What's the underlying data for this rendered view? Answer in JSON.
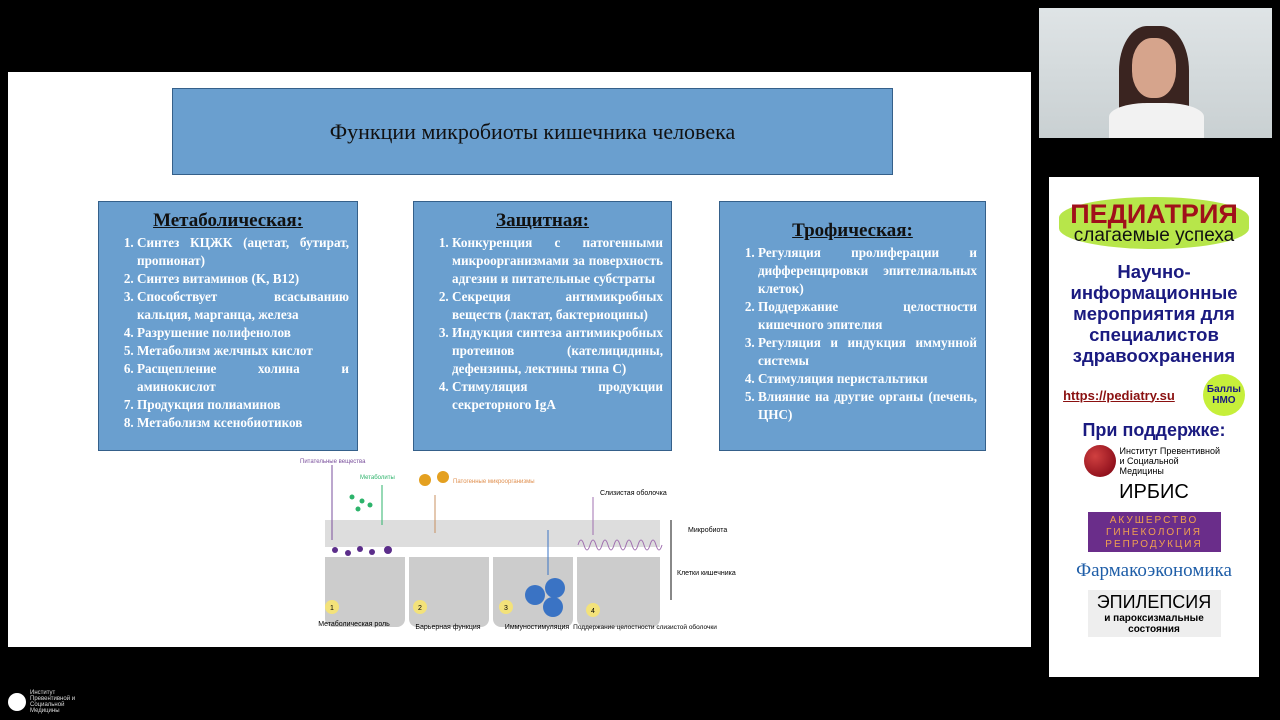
{
  "slide": {
    "title": "Функции микробиоты кишечника человека",
    "boxes": [
      {
        "heading": "Метаболическая:",
        "items": [
          "Синтез КЦЖК (ацетат, бутират, пропионат)",
          "Синтез витаминов (K, B12)",
          "Способствует всасыванию кальция, марганца, железа",
          "Разрушение полифенолов",
          "Метаболизм желчных кислот",
          "Расщепление холина и аминокислот",
          "Продукция полиаминов",
          "Метаболизм ксенобиотиков"
        ]
      },
      {
        "heading": "Защитная:",
        "items": [
          "Конкуренция с патогенными микроорганизмами за поверхность адгезии и питательные субстраты",
          "Секреция антимикробных веществ (лактат, бактериоцины)",
          "Индукция синтеза антимикробных протеинов (кателицидины, дефензины, лектины типа C)",
          "Стимуляция продукции секреторного IgA"
        ]
      },
      {
        "heading": "Трофическая:",
        "items": [
          "Регуляция пролиферации и дифференцировки эпителиальных клеток)",
          "Поддержание целостности кишечного эпителия",
          "Регуляция и индукция иммунной системы",
          "Стимуляция перистальтики",
          "Влияние на другие органы (печень, ЦНС)"
        ]
      }
    ],
    "diagram": {
      "nutrients": "Питательные вещества",
      "metabolites": "Метаболиты",
      "pathogens": "Патогенные микроорганизмы",
      "mucosa": "Слизистая оболочка",
      "microbiota": "Микробиота",
      "cells": "Клетки кишечника",
      "roles": [
        {
          "n": "1",
          "label": "Метаболическая роль"
        },
        {
          "n": "2",
          "label": "Барьерная функция"
        },
        {
          "n": "3",
          "label": "Иммуностимуляция"
        },
        {
          "n": "4",
          "label": "Поддержание целостности слизистой оболочки"
        }
      ]
    }
  },
  "ad": {
    "brand1": "ПЕДИАТРИЯ",
    "brand2": "слагаемые успеха",
    "info": "Научно-информационные мероприятия для специалистов здравоохранения",
    "url": "https://pediatry.su",
    "badge": "Баллы НМО",
    "support": "При поддержке:",
    "sponsors": [
      "Институт Превентивной и Социальной Медицины",
      "ИРБИС",
      "АКУШЕРСТВО ГИНЕКОЛОГИЯ РЕПРОДУКЦИЯ",
      "Фармакоэкономика",
      "ЭПИЛЕПСИЯ",
      "и пароксизмальные состояния"
    ]
  },
  "footer_logo": "Институт Превентивной и Социальной Медицины"
}
